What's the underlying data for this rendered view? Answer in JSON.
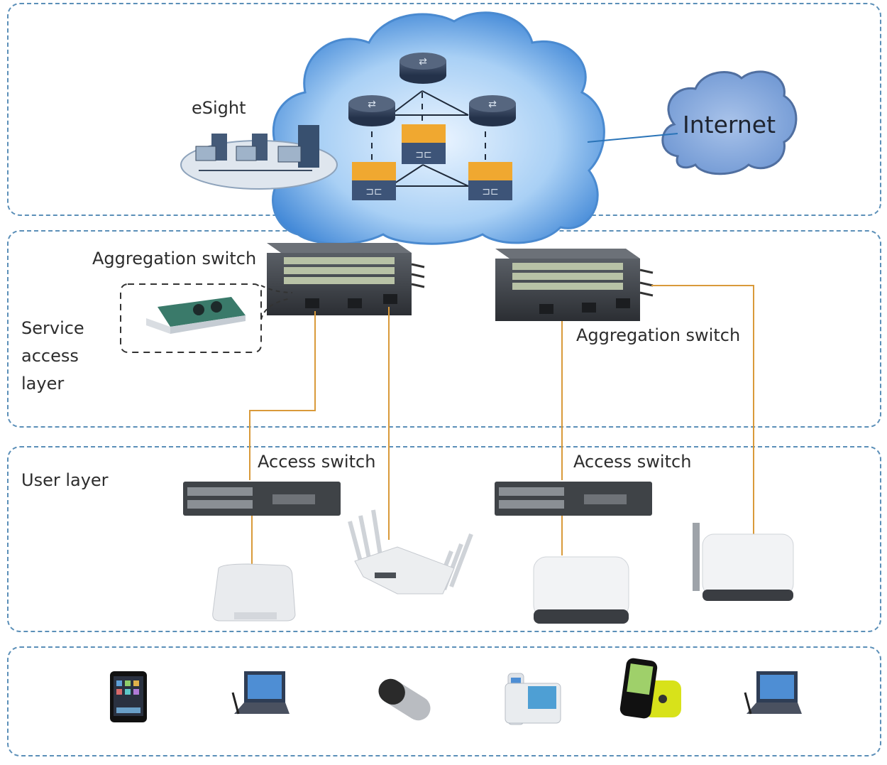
{
  "layers": {
    "core": {
      "name": "core-layer"
    },
    "service_access": {
      "label_lines": [
        "Service",
        "access",
        "layer"
      ]
    },
    "user": {
      "label": "User layer"
    },
    "terminal": {
      "name": "terminal-layer"
    }
  },
  "core_network": {
    "esight_label": "eSight",
    "internet_label": "Internet",
    "routers": [
      "router",
      "router",
      "router"
    ],
    "firewalls": [
      "firewall",
      "firewall",
      "firewall"
    ]
  },
  "aggregation": {
    "left_label": "Aggregation switch",
    "right_label": "Aggregation switch"
  },
  "access": {
    "left_label": "Access switch",
    "right_label": "Access switch"
  },
  "access_points": [
    "ceiling-ap",
    "multi-antenna-ap",
    "ceiling-ap",
    "external-antenna-ap"
  ],
  "terminals": [
    "smartphone",
    "laptop",
    "wireless-mouse",
    "desk-phone",
    "mobile-phone",
    "laptop"
  ],
  "colors": {
    "layer_border": "#5b8fb8",
    "wire": "#d99a3a",
    "cloud": "#7fb3e6",
    "internet_cloud": "#8fb2e0",
    "firewall": "#f0a830"
  }
}
